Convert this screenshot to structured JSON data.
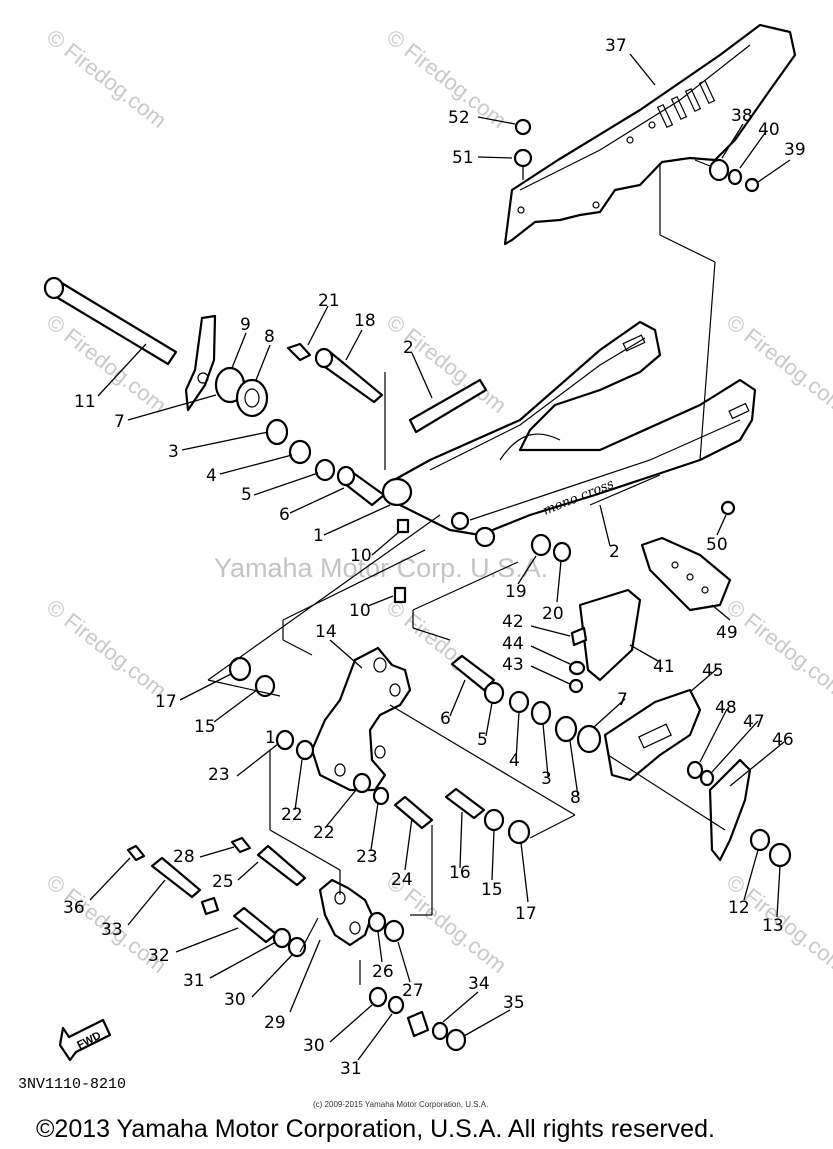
{
  "watermark": {
    "site": "© Firedog.com",
    "center": "Yamaha Motor Corp. U.S.A."
  },
  "diagram_code": "3NV1110-8210",
  "small_copyright": "(c) 2009-2015 Yamaha Motor Corporation, U.S.A.",
  "copyright": "©2013 Yamaha Motor Corporation, U.S.A. All rights reserved.",
  "fwd_label": "FWD",
  "part_labels": {
    "p37": "37",
    "p52": "52",
    "p51": "51",
    "p38": "38",
    "p40": "40",
    "p39": "39",
    "p21": "21",
    "p18": "18",
    "p9": "9",
    "p8": "8",
    "p2a": "2",
    "p11": "11",
    "p7a": "7",
    "p3a": "3",
    "p4a": "4",
    "p5a": "5",
    "p6a": "6",
    "p1a": "1",
    "p10a": "10",
    "p10b": "10",
    "p19": "19",
    "p20": "20",
    "p2b": "2",
    "p50": "50",
    "p49": "49",
    "p42": "42",
    "p44": "44",
    "p43": "43",
    "p41": "41",
    "p14": "14",
    "p17a": "17",
    "p15a": "15",
    "p6b": "6",
    "p5b": "5",
    "p4b": "4",
    "p3b": "3",
    "p7b": "7",
    "p8b": "8",
    "p45": "45",
    "p48": "48",
    "p47": "47",
    "p46": "46",
    "p1b": "1",
    "p23a": "23",
    "p22a": "22",
    "p22b": "22",
    "p23b": "23",
    "p24": "24",
    "p16": "16",
    "p15b": "15",
    "p17b": "17",
    "p12": "12",
    "p13": "13",
    "p28": "28",
    "p36": "36",
    "p25": "25",
    "p33": "33",
    "p32": "32",
    "p31a": "31",
    "p30a": "30",
    "p29": "29",
    "p26": "26",
    "p27": "27",
    "p34": "34",
    "p35": "35",
    "p30b": "30",
    "p31b": "31"
  }
}
